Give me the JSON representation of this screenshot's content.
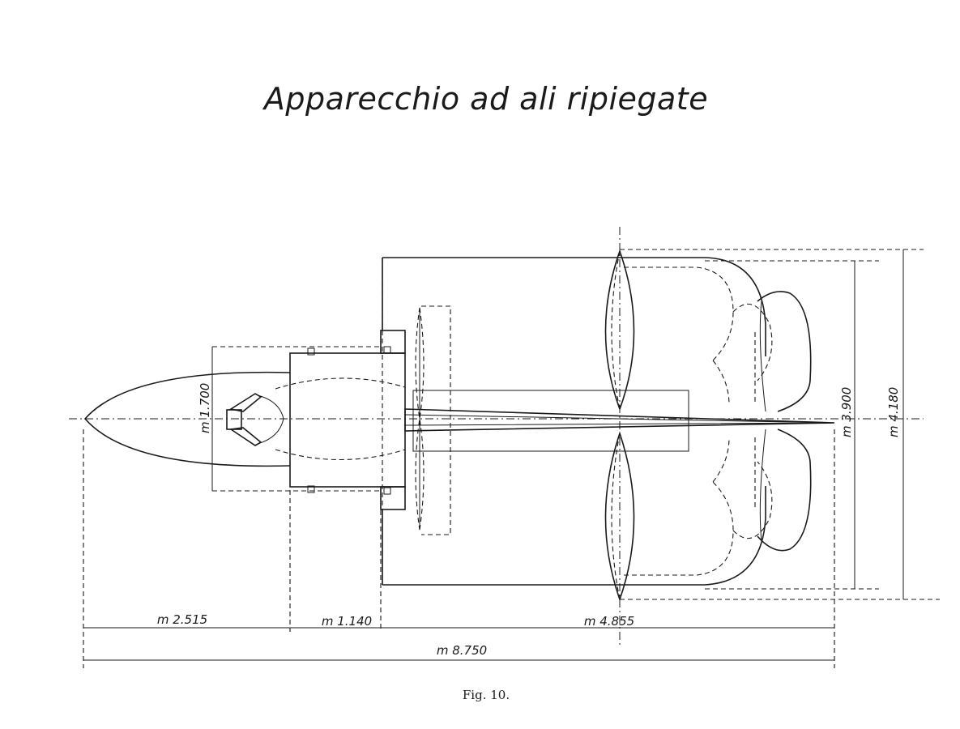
{
  "title": "Apparecchio ad ali ripiegate",
  "caption": "Fig. 10.",
  "dimensions": {
    "nose_section": "m 2.515",
    "middle_section": "m 1.140",
    "rear_section": "m 4.855",
    "total_length": "m 8.750",
    "nacelle_width": "m 1.700",
    "inner_width": "m 3.900",
    "outer_width": "m 4.180"
  }
}
